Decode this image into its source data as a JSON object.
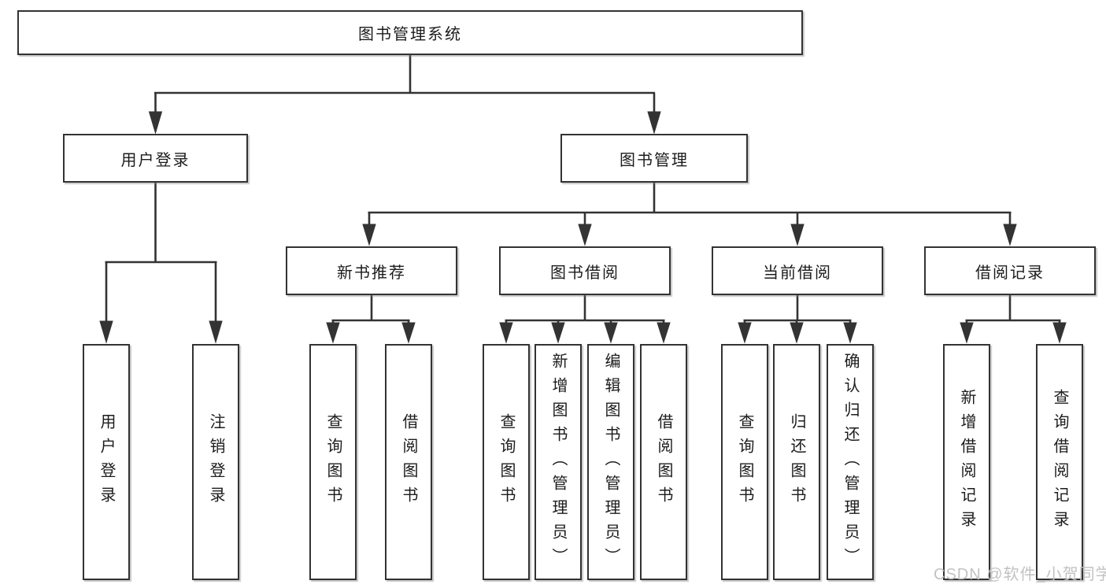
{
  "root": {
    "label": "图书管理系统"
  },
  "branches": {
    "user": {
      "label": "用户登录",
      "leaves": [
        "用户登录",
        "注销登录"
      ]
    },
    "books": {
      "label": "图书管理",
      "sections": [
        {
          "label": "新书推荐",
          "leaves": [
            "查询图书",
            "借阅图书"
          ]
        },
        {
          "label": "图书借阅",
          "leaves": [
            "查询图书",
            "新增图书（管理员）",
            "编辑图书（管理员）",
            "借阅图书"
          ]
        },
        {
          "label": "当前借阅",
          "leaves": [
            "查询图书",
            "归还图书",
            "确认归还（管理员）"
          ]
        },
        {
          "label": "借阅记录",
          "leaves": [
            "新增借阅记录",
            "查询借阅记录"
          ]
        }
      ]
    }
  },
  "watermark": "CSDN @软件_小贺同学",
  "colors": {
    "line": "#333333",
    "box_border": "#333333",
    "box_fill": "#ffffff",
    "text": "#1c1c1c",
    "watermark": "#c2c2c2",
    "background": "#ffffff"
  }
}
